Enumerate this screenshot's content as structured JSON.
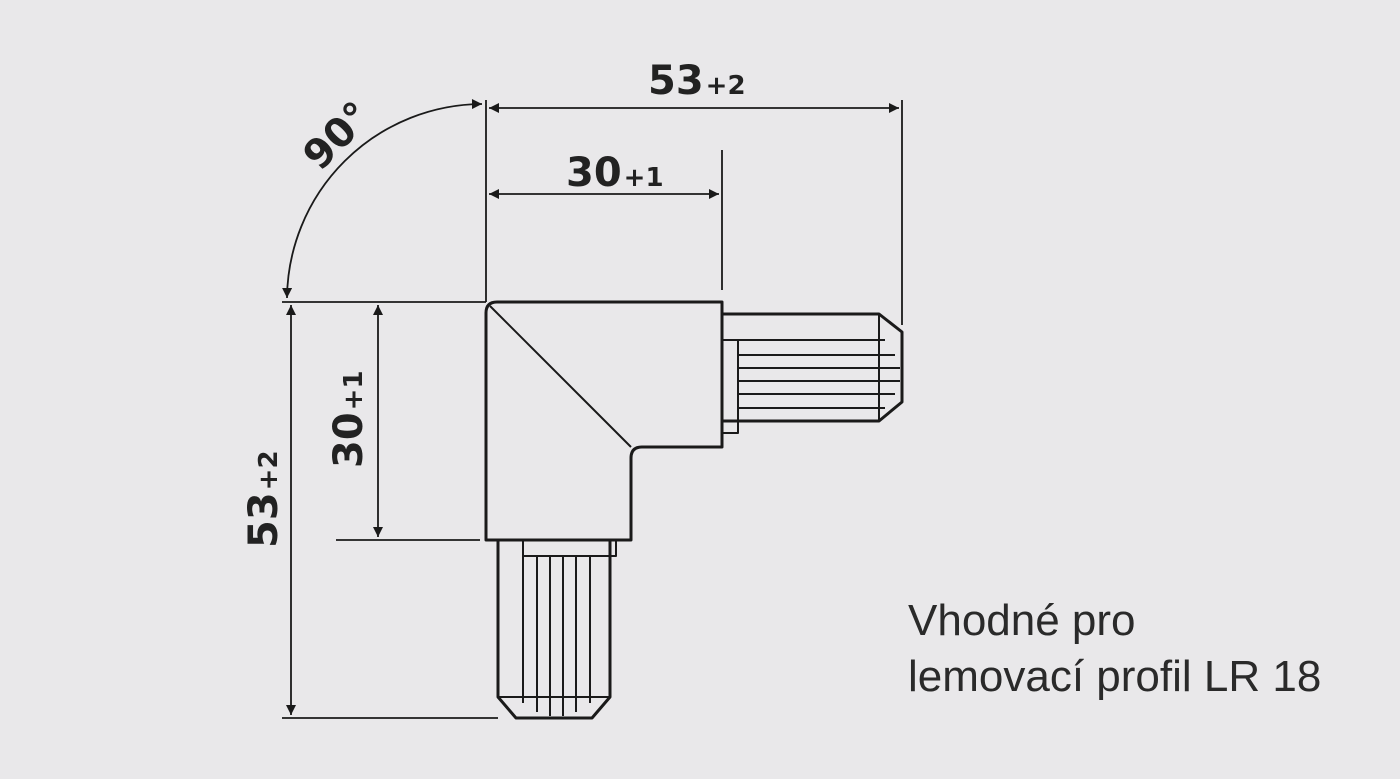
{
  "colors": {
    "background": "#e9e8ea",
    "line": "#1a1a1a",
    "text": "#222222"
  },
  "dimensions": {
    "angle": "90°",
    "top_overall": {
      "value": "53",
      "tolerance": "+2"
    },
    "top_inner": {
      "value": "30",
      "tolerance": "+1"
    },
    "left_inner": {
      "value": "30",
      "tolerance": "+1"
    },
    "left_overall": {
      "value": "53",
      "tolerance": "+2"
    }
  },
  "note": {
    "line1": "Vhodné pro",
    "line2": "lemovací profil LR 18"
  }
}
